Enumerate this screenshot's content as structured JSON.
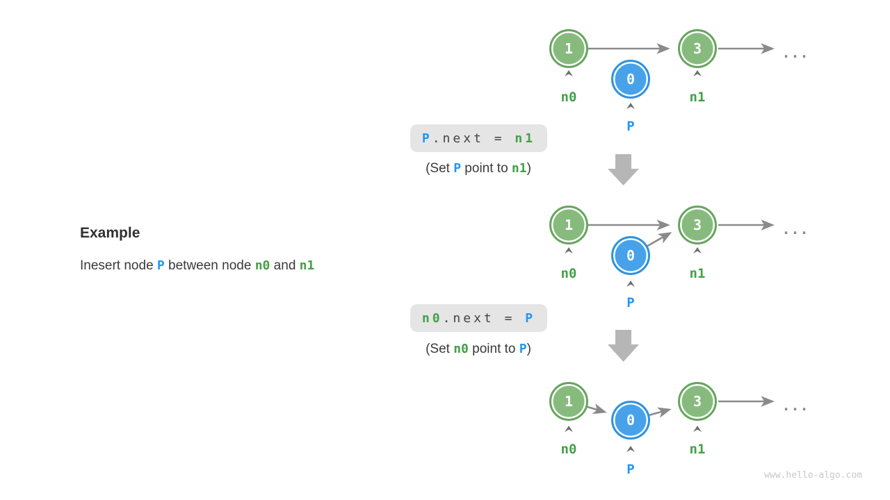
{
  "colors": {
    "green_fill": "#87BB7E",
    "green_border": "#68A55F",
    "green_text": "#43A047",
    "blue_fill": "#47A2E9",
    "blue_border": "#2E93DF",
    "blue_text": "#2196F3",
    "arrow_gray": "#8A8A8A",
    "block_arrow_gray": "#B6B6B6",
    "caret_gray": "#6E6E6E",
    "code_bg": "#E5E5E5",
    "code_text": "#424242",
    "text_dark": "#3A3A3A",
    "watermark_gray": "#C8C8C8",
    "node_text": "#FFFFFF"
  },
  "example": {
    "title": "Example",
    "s1": "Inesert node ",
    "p": "P",
    "s2": " between node ",
    "n0": "n0",
    "s3": " and ",
    "n1": "n1"
  },
  "steps": [
    {
      "code_lhs": "P",
      "code_mid": ".next = ",
      "code_rhs": "n1",
      "cap1": "(Set ",
      "cap_a": "P",
      "cap2": " point to ",
      "cap_b": "n1",
      "cap3": ")"
    },
    {
      "code_lhs": "n0",
      "code_mid": ".next = ",
      "code_rhs": "P",
      "cap1": "(Set ",
      "cap_a": "n0",
      "cap2": " point to ",
      "cap_b": "P",
      "cap3": ")"
    }
  ],
  "diagrams": [
    {
      "node1": "1",
      "node2": "3",
      "nodeP": "0",
      "label1": "n0",
      "label2": "n1",
      "labelP": "P",
      "ellipsis": "..."
    },
    {
      "node1": "1",
      "node2": "3",
      "nodeP": "0",
      "label1": "n0",
      "label2": "n1",
      "labelP": "P",
      "ellipsis": "..."
    },
    {
      "node1": "1",
      "node2": "3",
      "nodeP": "0",
      "label1": "n0",
      "label2": "n1",
      "labelP": "P",
      "ellipsis": "..."
    }
  ],
  "watermark": "www.hello-algo.com"
}
